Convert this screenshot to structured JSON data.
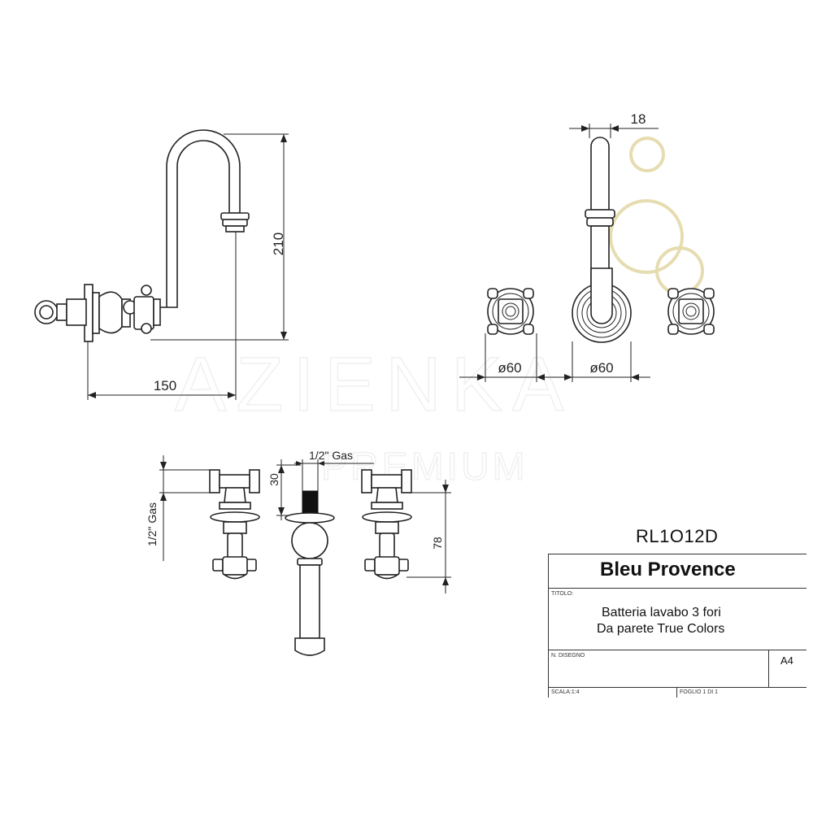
{
  "watermark": {
    "brand": "AZIENKA",
    "sub": "PREMIUM"
  },
  "dimensions": {
    "side_width": "150",
    "side_height": "210",
    "top_offset": "18",
    "dia_left": "ø60",
    "dia_center": "ø60",
    "front_30": "30",
    "front_gas_top": "1/2\" Gas",
    "front_gas_left": "1/2\" Gas",
    "front_78": "78"
  },
  "product_code": "RL1O12D",
  "title_block": {
    "brand": "Bleu Provence",
    "titolo_label": "TITOLO:",
    "title_line1": "Batteria lavabo 3 fori",
    "title_line2": "Da parete True Colors",
    "disegno_label": "N. DISEGNO",
    "format": "A4",
    "scale": "SCALA:1:4",
    "sheet": "FOGLIO 1 DI 1"
  },
  "colors": {
    "line": "#222222",
    "highlight": "#e6dcb0",
    "watermark": "#eef1ee"
  }
}
